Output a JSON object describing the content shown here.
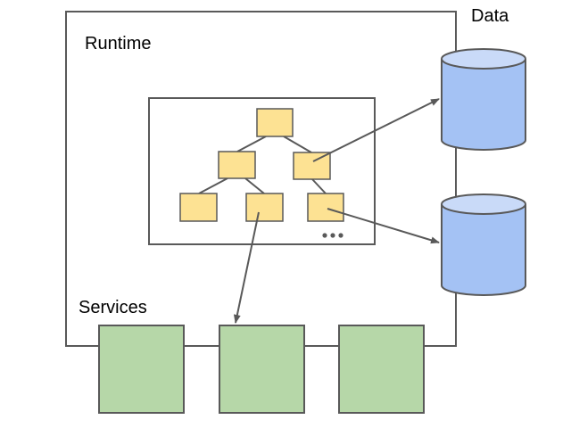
{
  "labels": {
    "runtime": "Runtime",
    "data": "Data",
    "services": "Services"
  },
  "colors": {
    "node_fill": "#fde293",
    "db_fill": "#a4c2f4",
    "db_top": "#c9daf8",
    "service_fill": "#b6d7a8",
    "stroke": "#595959"
  }
}
